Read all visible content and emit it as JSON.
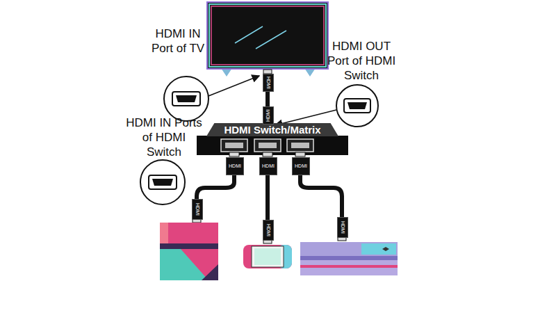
{
  "diagram": {
    "nodes": [
      {
        "text": [
          "HDMI Switch/Matrix"
        ]
      }
    ],
    "labels": [
      "HDMI IN Port of TV",
      "HDMI OUT Port of HDMI Switch",
      "HDMI IN Ports of HDMI Switch",
      "HDMI",
      "HDMI",
      "HDMI",
      "HDMI",
      "HDMI",
      "HDMI",
      "HDMI",
      "HDMI"
    ]
  }
}
